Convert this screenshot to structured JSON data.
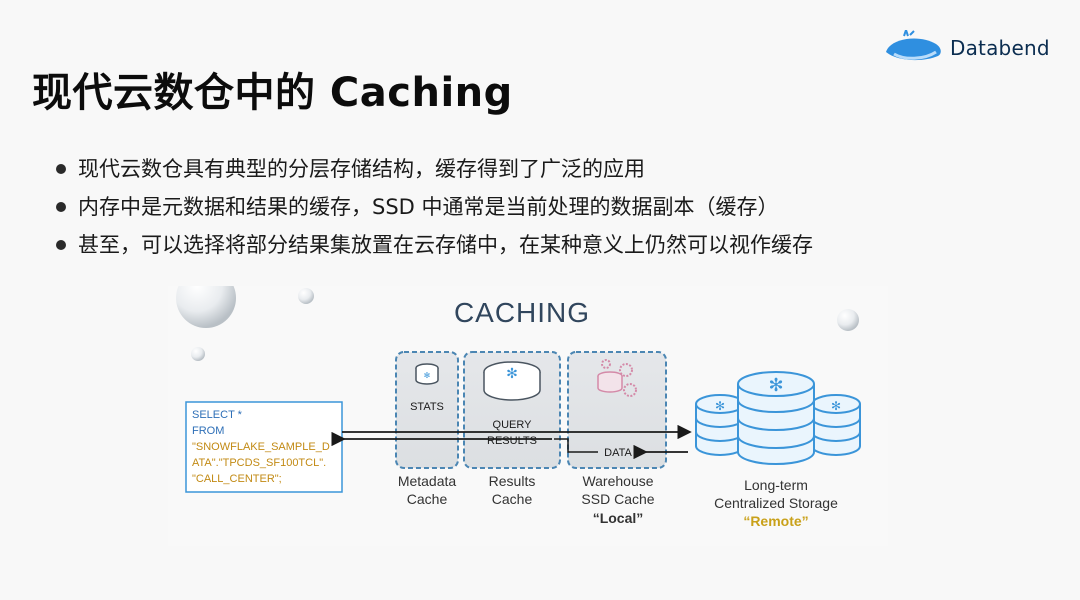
{
  "brand": {
    "logo_text": "Databend"
  },
  "slide": {
    "title": "现代云数仓中的 Caching",
    "bullets": [
      "现代云数仓具有典型的分层存储结构，缓存得到了广泛的应用",
      "内存中是元数据和结果的缓存，SSD 中通常是当前处理的数据副本（缓存）",
      "甚至，可以选择将部分结果集放置在云存储中，在某种意义上仍然可以视作缓存"
    ]
  },
  "diagram": {
    "heading": "CACHING",
    "sql_lines": [
      {
        "text": "SELECT *",
        "color": "#2e6fb7"
      },
      {
        "text": "FROM",
        "color": "#2e6fb7"
      },
      {
        "text": "\"SNOWFLAKE_SAMPLE_D",
        "color": "#c28a14"
      },
      {
        "text": "ATA\".\"TPCDS_SF100TCL\".",
        "color": "#c28a14"
      },
      {
        "text": "\"CALL_CENTER\";",
        "color": "#c28a14"
      }
    ],
    "stats_label": "STATS",
    "query_results_label": [
      "QUERY",
      "RESULTS"
    ],
    "data_label": "DATA",
    "captions": {
      "metadata": [
        "Metadata",
        "Cache"
      ],
      "results": [
        "Results",
        "Cache"
      ],
      "warehouse": [
        "Warehouse",
        "SSD Cache",
        "“Local”"
      ],
      "storage": [
        "Long-term",
        "Centralized Storage",
        "“Remote”"
      ]
    },
    "colors": {
      "accent_blue": "#3b95d9",
      "dashed_border": "#4b86b3",
      "remote_gold": "#c9a11a",
      "heading": "#31465d"
    }
  }
}
